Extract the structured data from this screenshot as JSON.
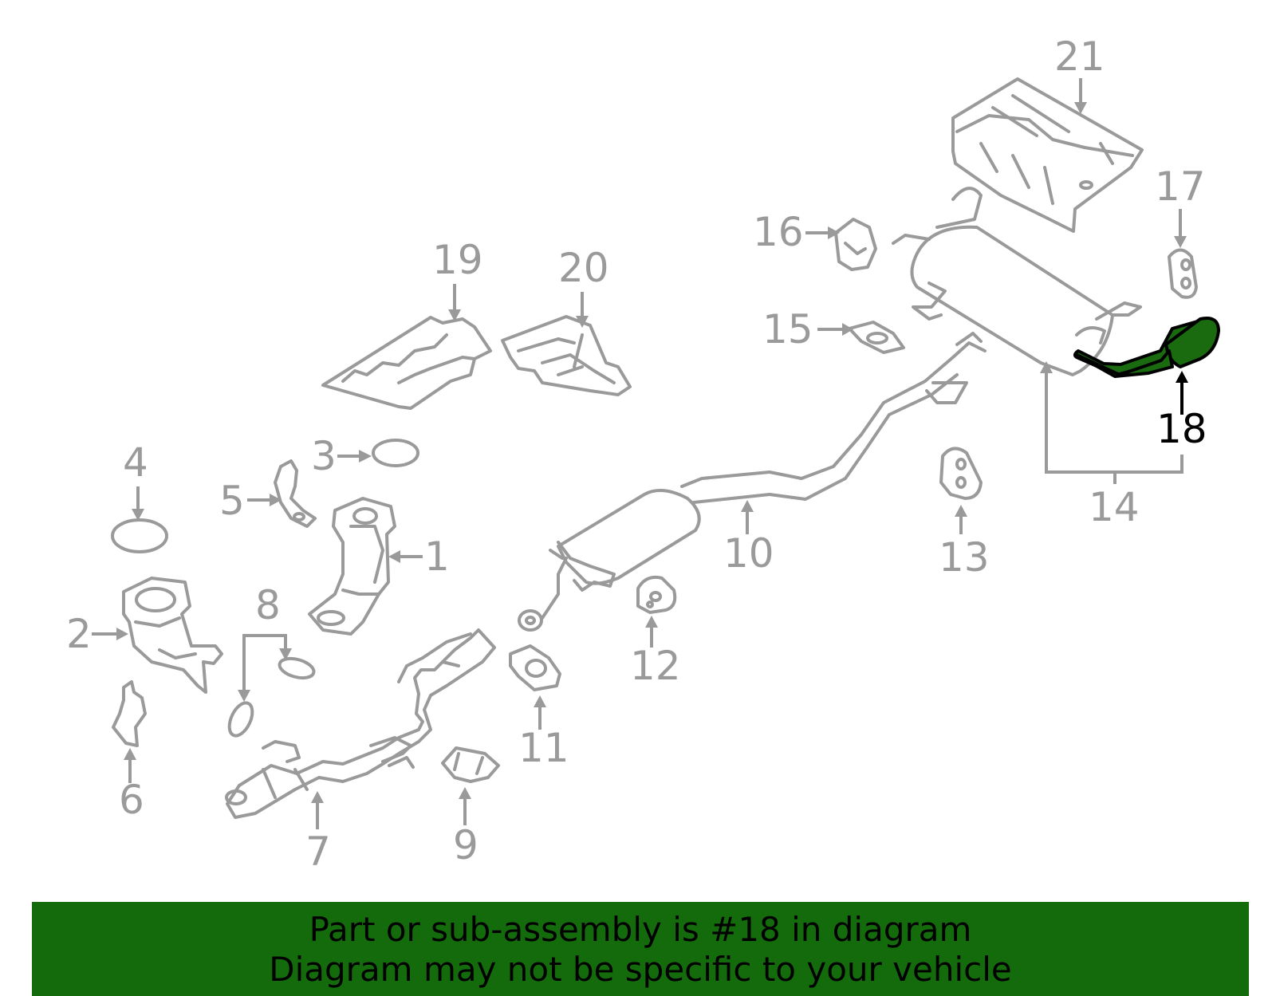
{
  "callouts": [
    {
      "id": "1",
      "label": "1"
    },
    {
      "id": "2",
      "label": "2"
    },
    {
      "id": "3",
      "label": "3"
    },
    {
      "id": "4",
      "label": "4"
    },
    {
      "id": "5",
      "label": "5"
    },
    {
      "id": "6",
      "label": "6"
    },
    {
      "id": "7",
      "label": "7"
    },
    {
      "id": "8",
      "label": "8"
    },
    {
      "id": "9",
      "label": "9"
    },
    {
      "id": "10",
      "label": "10"
    },
    {
      "id": "11",
      "label": "11"
    },
    {
      "id": "12",
      "label": "12"
    },
    {
      "id": "13",
      "label": "13"
    },
    {
      "id": "14",
      "label": "14"
    },
    {
      "id": "15",
      "label": "15"
    },
    {
      "id": "16",
      "label": "16"
    },
    {
      "id": "17",
      "label": "17"
    },
    {
      "id": "18",
      "label": "18"
    },
    {
      "id": "19",
      "label": "19"
    },
    {
      "id": "20",
      "label": "20"
    },
    {
      "id": "21",
      "label": "21"
    }
  ],
  "highlighted_part": "18",
  "colors": {
    "highlight": "#1a6b10",
    "banner": "#146b0c",
    "line": "#9a9a9a"
  },
  "banner": {
    "line1": "Part or sub-assembly is #18 in diagram",
    "line2": "Diagram may not be specific to your vehicle"
  }
}
